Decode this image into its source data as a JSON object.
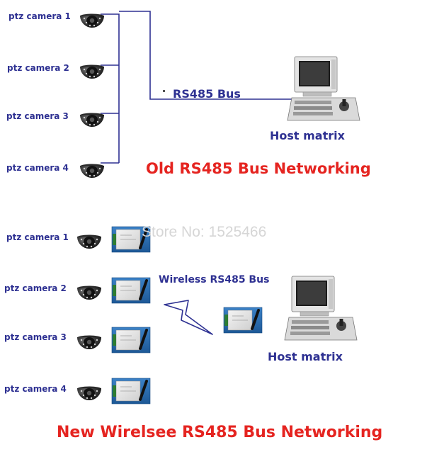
{
  "top": {
    "cameras": [
      "ptz camera 1",
      "ptz camera 2",
      "ptz camera 3",
      "ptz camera 4"
    ],
    "bus_label": "RS485 Bus",
    "host_label": "Host matrix",
    "title": "Old RS485 Bus Networking"
  },
  "bottom": {
    "cameras": [
      "ptz camera 1",
      "ptz camera 2",
      "ptz camera 3",
      "ptz camera 4"
    ],
    "wireless_label": "Wireless RS485 Bus",
    "host_label": "Host matrix",
    "title": "New Wirelsee RS485 Bus Networking"
  },
  "watermark": "Store No: 1525466",
  "colors": {
    "label_blue": "#2e3192",
    "title_red": "#e52420",
    "line_blue": "#2e3192",
    "module_blue": "#2a6fb5"
  }
}
